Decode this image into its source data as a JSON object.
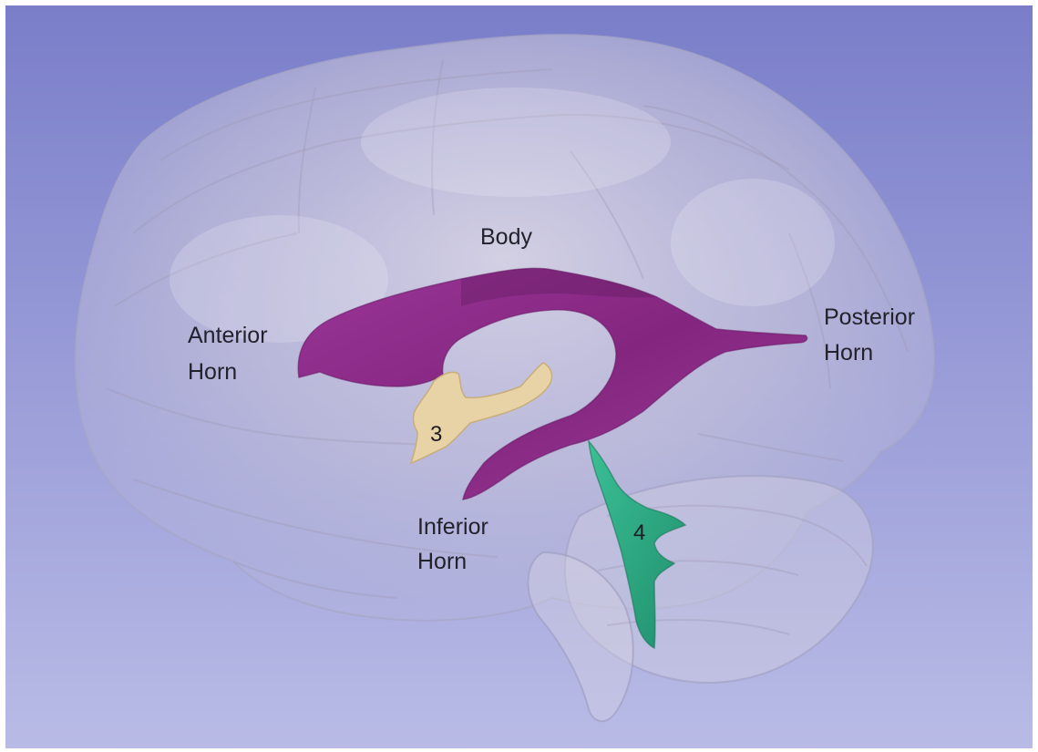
{
  "labels": {
    "body": "Body",
    "anterior_horn": [
      "Anterior",
      "Horn"
    ],
    "posterior_horn": [
      "Posterior",
      "Horn"
    ],
    "inferior_horn": [
      "Inferior",
      "Horn"
    ]
  },
  "ventricles": {
    "third": "3",
    "fourth": "4"
  },
  "colors": {
    "background_top": "#7c80cb",
    "background_bottom": "#b9bbe6",
    "lateral_ventricle": "#8e2c8c",
    "third_ventricle": "#e6d1a2",
    "fourth_ventricle": "#2fae86",
    "brain_surface": "#d9d4dc"
  }
}
